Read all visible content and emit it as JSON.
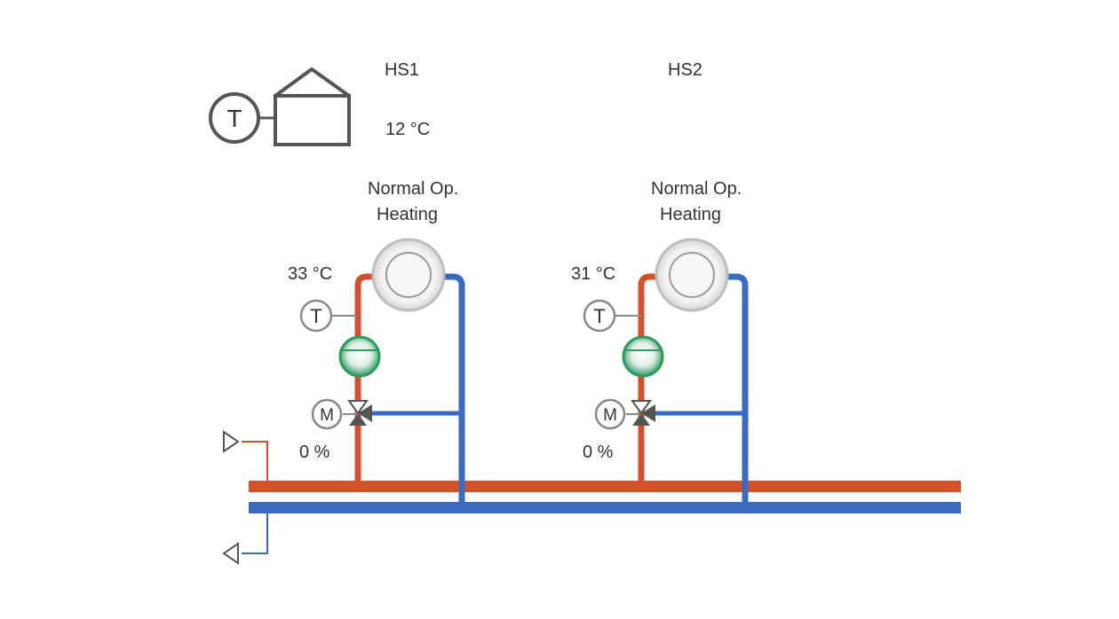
{
  "outdoor": {
    "sensor_symbol": "T",
    "temperature": "12 °C",
    "icon": "house-icon"
  },
  "circuits": [
    {
      "name": "HS1",
      "status_line1": "Normal Op.",
      "status_line2": "Heating",
      "flow_temperature": "33 °C",
      "sensor_symbol": "T",
      "actuator_symbol": "M",
      "valve_position": "0 %"
    },
    {
      "name": "HS2",
      "status_line1": "Normal Op.",
      "status_line2": "Heating",
      "flow_temperature": "31 °C",
      "sensor_symbol": "T",
      "actuator_symbol": "M",
      "valve_position": "0 %"
    }
  ],
  "colors": {
    "supply": "#d4502a",
    "return": "#3a6bbf",
    "pump_green": "#2e9a60",
    "outline": "#555555"
  }
}
